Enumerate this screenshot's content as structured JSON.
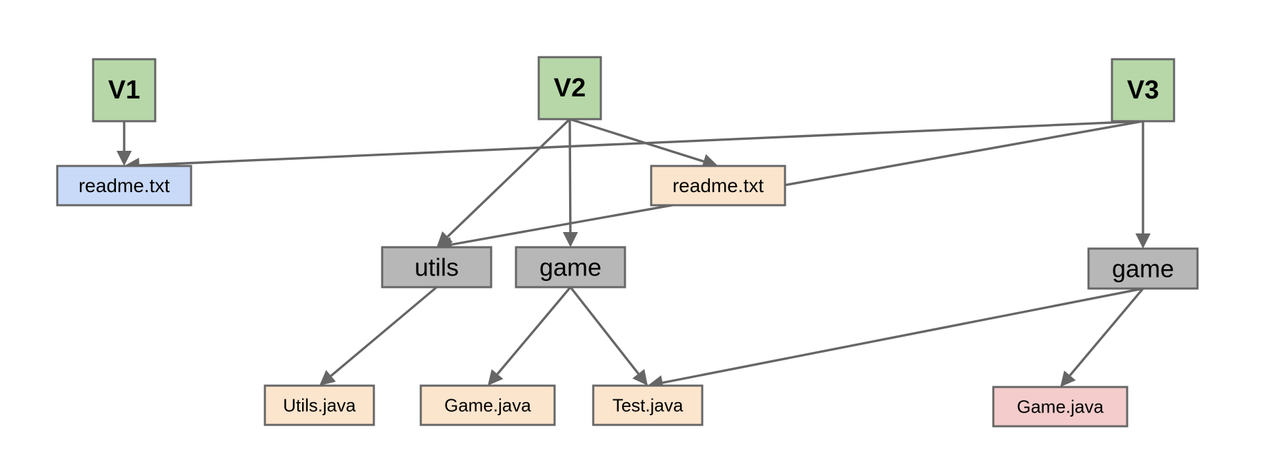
{
  "colors": {
    "version": "#b7d7a8",
    "unchanged_file": "#c9daf8",
    "file": "#fce5cd",
    "changed_file": "#f4cccc",
    "directory": "#b7b7b7",
    "border": "#666666"
  },
  "nodes": {
    "v1": {
      "label": "V1",
      "kind": "version"
    },
    "v2": {
      "label": "V2",
      "kind": "version"
    },
    "v3": {
      "label": "V3",
      "kind": "version"
    },
    "readme_v1": {
      "label": "readme.txt",
      "kind": "unchanged_file"
    },
    "readme_v2": {
      "label": "readme.txt",
      "kind": "file"
    },
    "utils_dir": {
      "label": "utils",
      "kind": "directory"
    },
    "game_dir_v2": {
      "label": "game",
      "kind": "directory"
    },
    "game_dir_v3": {
      "label": "game",
      "kind": "directory"
    },
    "utils_java": {
      "label": "Utils.java",
      "kind": "file"
    },
    "game_java_v2": {
      "label": "Game.java",
      "kind": "file"
    },
    "test_java": {
      "label": "Test.java",
      "kind": "file"
    },
    "game_java_v3": {
      "label": "Game.java",
      "kind": "changed_file"
    }
  },
  "edges": [
    {
      "from": "v1",
      "to": "readme_v1"
    },
    {
      "from": "v2",
      "to": "utils_dir"
    },
    {
      "from": "v2",
      "to": "game_dir_v2"
    },
    {
      "from": "v2",
      "to": "readme_v2"
    },
    {
      "from": "v3",
      "to": "readme_v1"
    },
    {
      "from": "v3",
      "to": "utils_dir"
    },
    {
      "from": "v3",
      "to": "game_dir_v3"
    },
    {
      "from": "utils_dir",
      "to": "utils_java"
    },
    {
      "from": "game_dir_v2",
      "to": "game_java_v2"
    },
    {
      "from": "game_dir_v2",
      "to": "test_java"
    },
    {
      "from": "game_dir_v3",
      "to": "test_java"
    },
    {
      "from": "game_dir_v3",
      "to": "game_java_v3"
    }
  ]
}
